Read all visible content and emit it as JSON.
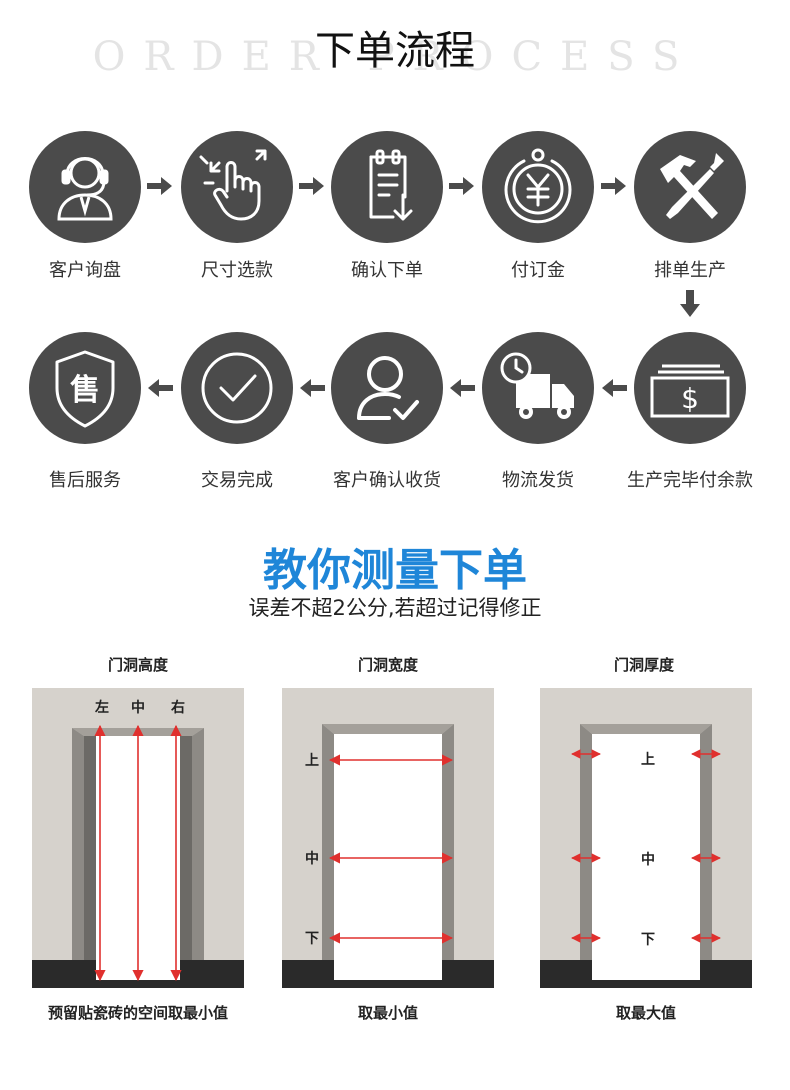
{
  "header": {
    "title": "下单流程",
    "subtitle_en": "ORDER PROCESS"
  },
  "steps": [
    {
      "label": "客户询盘",
      "icon": "customer-service-icon"
    },
    {
      "label": "尺寸选款",
      "icon": "touch-select-icon"
    },
    {
      "label": "确认下单",
      "icon": "clipboard-download-icon"
    },
    {
      "label": "付订金",
      "icon": "yuan-coin-icon"
    },
    {
      "label": "排单生产",
      "icon": "hammer-screwdriver-icon"
    },
    {
      "label": "生产完毕付余款",
      "icon": "dollar-bill-icon"
    },
    {
      "label": "物流发货",
      "icon": "delivery-truck-icon"
    },
    {
      "label": "客户确认收货",
      "icon": "user-check-icon"
    },
    {
      "label": "交易完成",
      "icon": "check-circle-icon"
    },
    {
      "label": "售后服务",
      "icon": "after-sale-shield-icon"
    }
  ],
  "measure": {
    "title": "教你测量下单",
    "subtitle": "误差不超2公分,若超过记得修正",
    "diagrams": [
      {
        "title": "门洞高度",
        "caption": "预留贴瓷砖的空间取最小值",
        "marks": [
          "左",
          "中",
          "右"
        ]
      },
      {
        "title": "门洞宽度",
        "caption": "取最小值",
        "marks": [
          "上",
          "中",
          "下"
        ]
      },
      {
        "title": "门洞厚度",
        "caption": "取最大值",
        "marks": [
          "上",
          "中",
          "下"
        ]
      }
    ]
  },
  "colors": {
    "circle": "#4b4b4b",
    "accent_blue": "#1f86d8",
    "measure_red": "#e0302e",
    "wall": "#d6d2cc"
  }
}
